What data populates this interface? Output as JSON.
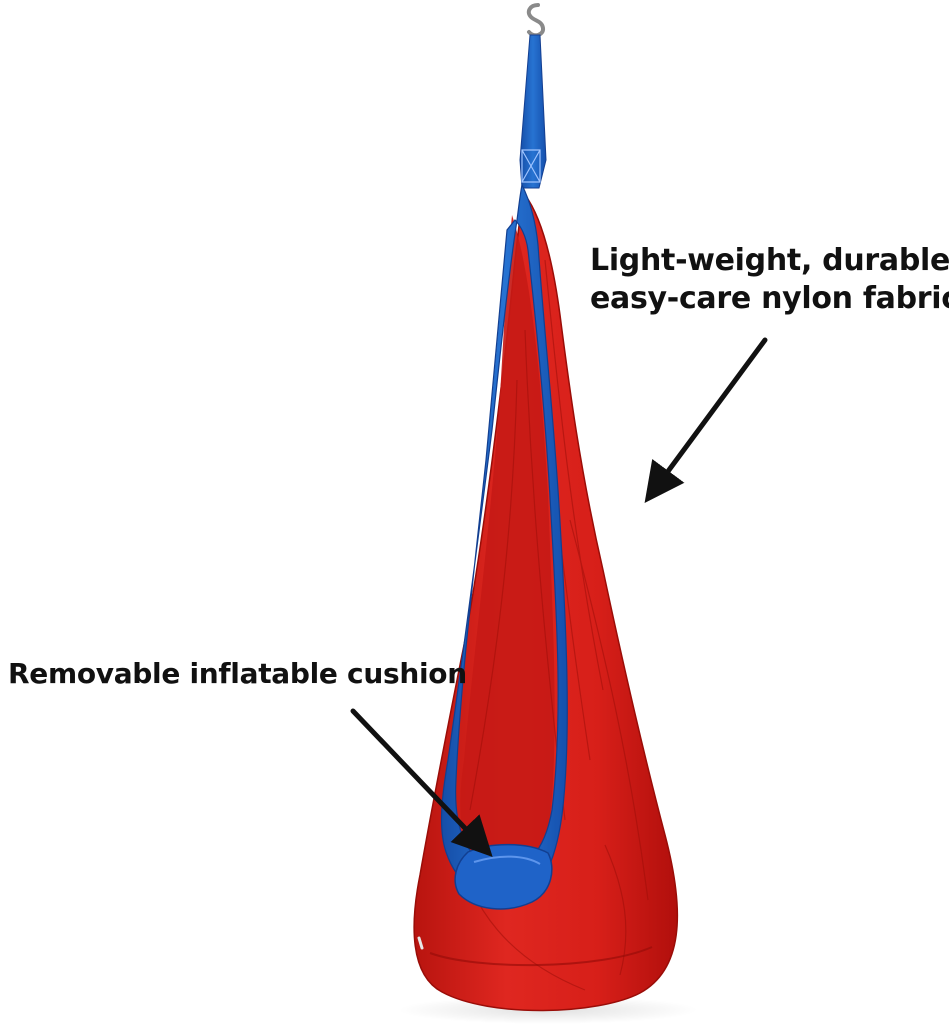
{
  "product": {
    "name": "hanging hammock pod swing",
    "fabric_color": "#d8201f",
    "trim_color": "#1f63c8",
    "hook_color": "#8a8a8a"
  },
  "callouts": {
    "fabric": {
      "line1": "Light-weight, durable,",
      "line2": "easy-care nylon fabric",
      "arrow_icon": "arrow-down-left-icon"
    },
    "cushion": {
      "label": "Removable inflatable cushion",
      "arrow_icon": "arrow-down-right-icon"
    }
  }
}
